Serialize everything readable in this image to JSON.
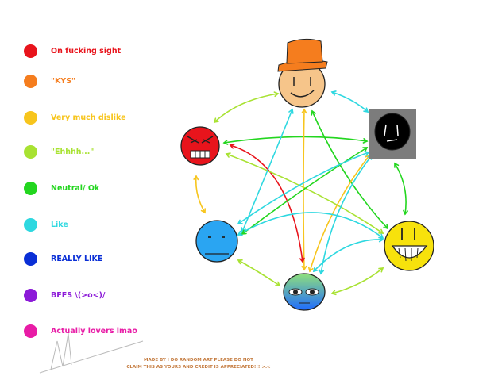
{
  "legend": [
    {
      "label": "On fucking sight",
      "color": "#e8141c"
    },
    {
      "label": "\"KYS\"",
      "color": "#f57d1e"
    },
    {
      "label": "Very much dislike",
      "color": "#f7c51d"
    },
    {
      "label": "\"Ehhhh...\"",
      "color": "#a8e232"
    },
    {
      "label": "Neutral/ Ok",
      "color": "#23d61f"
    },
    {
      "label": "Like",
      "color": "#2ed8e0"
    },
    {
      "label": "REALLY LIKE",
      "color": "#0a2fd6"
    },
    {
      "label": "BFFS \\(>o<)/",
      "color": "#8c1ad8"
    },
    {
      "label": "Actually lovers lmao",
      "color": "#e81ca6"
    }
  ],
  "characters": [
    {
      "id": "orange",
      "face": "#f6c58a",
      "hat": "#f57d1e"
    },
    {
      "id": "black",
      "face": "#000000",
      "frame": "#7c7c7c"
    },
    {
      "id": "yellow",
      "face": "#f7e20c"
    },
    {
      "id": "gradient",
      "top": "#8fe07c",
      "bottom": "#1e6bff"
    },
    {
      "id": "blue",
      "face": "#2aa5f2"
    },
    {
      "id": "red",
      "face": "#e8141c"
    }
  ],
  "credit": {
    "line1": "MADE BY I DO RANDOM ART PLEASE DO NOT",
    "line2": "CLAIM THIS AS YOURS AND CREDIT IS APPRECIATED!!! >.<"
  }
}
